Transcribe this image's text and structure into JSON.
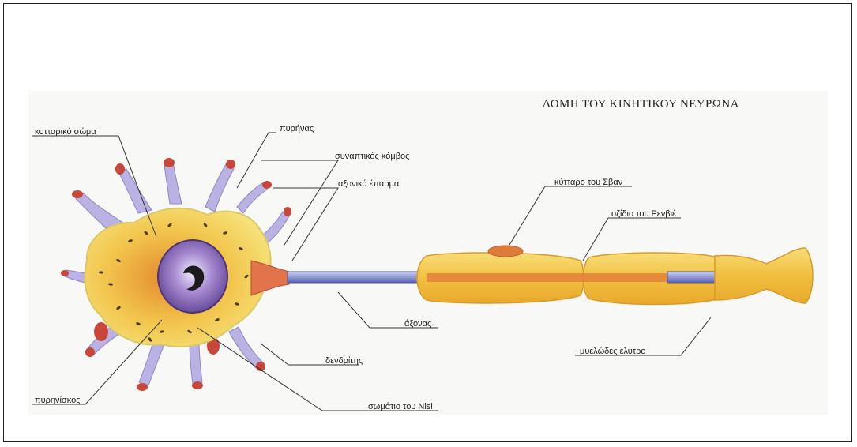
{
  "diagram": {
    "title": "ΔΟΜΗ ΤΟΥ ΚΙΝΗΤΙΚΟΥ ΝΕΥΡΩΝΑ",
    "labels": {
      "cell_body": "κυτταρικό σώμα",
      "nucleus": "πυρήνας",
      "synaptic_knobs": "συναπτικός κόμβος",
      "axon_hillock": "αξονικό έπαρμα",
      "axon": "άξονας",
      "dendrite": "δενδρίτης",
      "nissl_body": "σωμάτιο του Nisl",
      "nucleolus": "πυρηνίσκος",
      "schwann_cell": "κύτταρο του Σβαν",
      "node_of_ranvier": "οζίδιο του Ρενβιέ",
      "myelin_sheath": "μυελώδες έλυτρο"
    },
    "colors": {
      "cell_body": "#f3d65a",
      "cell_body_inner": "#e9a23b",
      "nucleus": "#8a6bb8",
      "dendrite_tips": "#c8473a",
      "axon": "#6e78c8",
      "myelin": "#f2cc58",
      "outline": "#222222"
    }
  }
}
